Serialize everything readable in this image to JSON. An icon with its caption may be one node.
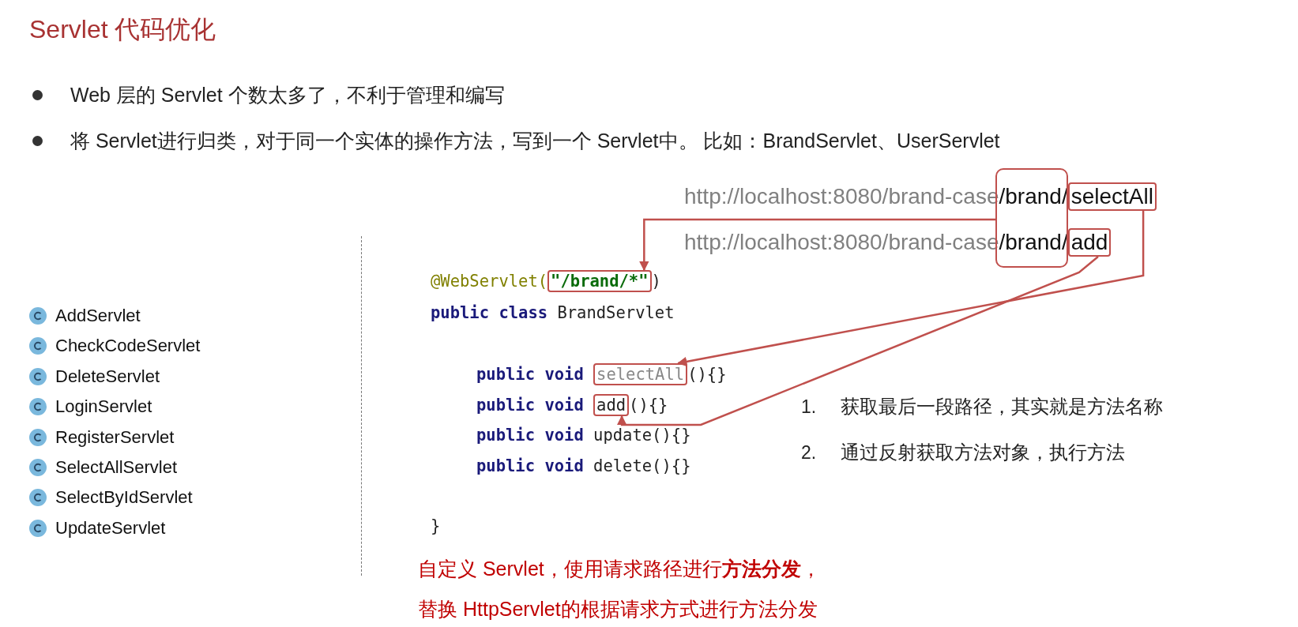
{
  "diagram": {
    "title": "Servlet 代码优化",
    "nodes": [
      {
        "text": [
          "/brand",
          "/brand"
        ]
      },
      {
        "text": [
          "selectAll"
        ]
      },
      {
        "text": [
          "add"
        ]
      },
      {
        "text": [
          "\"/brand/*\""
        ]
      },
      {
        "text": [
          "selectAll"
        ]
      },
      {
        "text": [
          "add"
        ]
      }
    ],
    "edges": [
      {
        "from": 0,
        "to": 3,
        "arrow": "to"
      },
      {
        "from": 1,
        "to": 4,
        "arrow": "to"
      },
      {
        "from": 2,
        "to": 5,
        "arrow": "to"
      }
    ],
    "labels": [
      "Web 层的 Servlet 个数太多了，不利于管理和编写",
      "将 Servlet进行归类，对于同一个实体的操作方法，写到一个 Servlet中。 比如：BrandServlet、UserServlet",
      "http://localhost:8080/brand-case",
      "/",
      "http://localhost:8080/brand-case",
      "/",
      "AddServlet",
      "CheckCodeServlet",
      "DeleteServlet",
      "LoginServlet",
      "RegisterServlet",
      "SelectAllServlet",
      "SelectByIdServlet",
      "UpdateServlet",
      "@WebServlet(",
      ")",
      "public class",
      "BrandServlet",
      "public void",
      "(){}",
      "public void",
      "(){}",
      "public void",
      "update(){}",
      "public void",
      "delete(){}",
      "}",
      "1.",
      "获取最后一段路径，其实就是方法名称",
      "2.",
      "通过反射获取方法对象，执行方法",
      "自定义 Servlet，使用请求路径进行**方法分发**，",
      "替换 HttpServlet的根据请求方式进行方法分发"
    ]
  }
}
